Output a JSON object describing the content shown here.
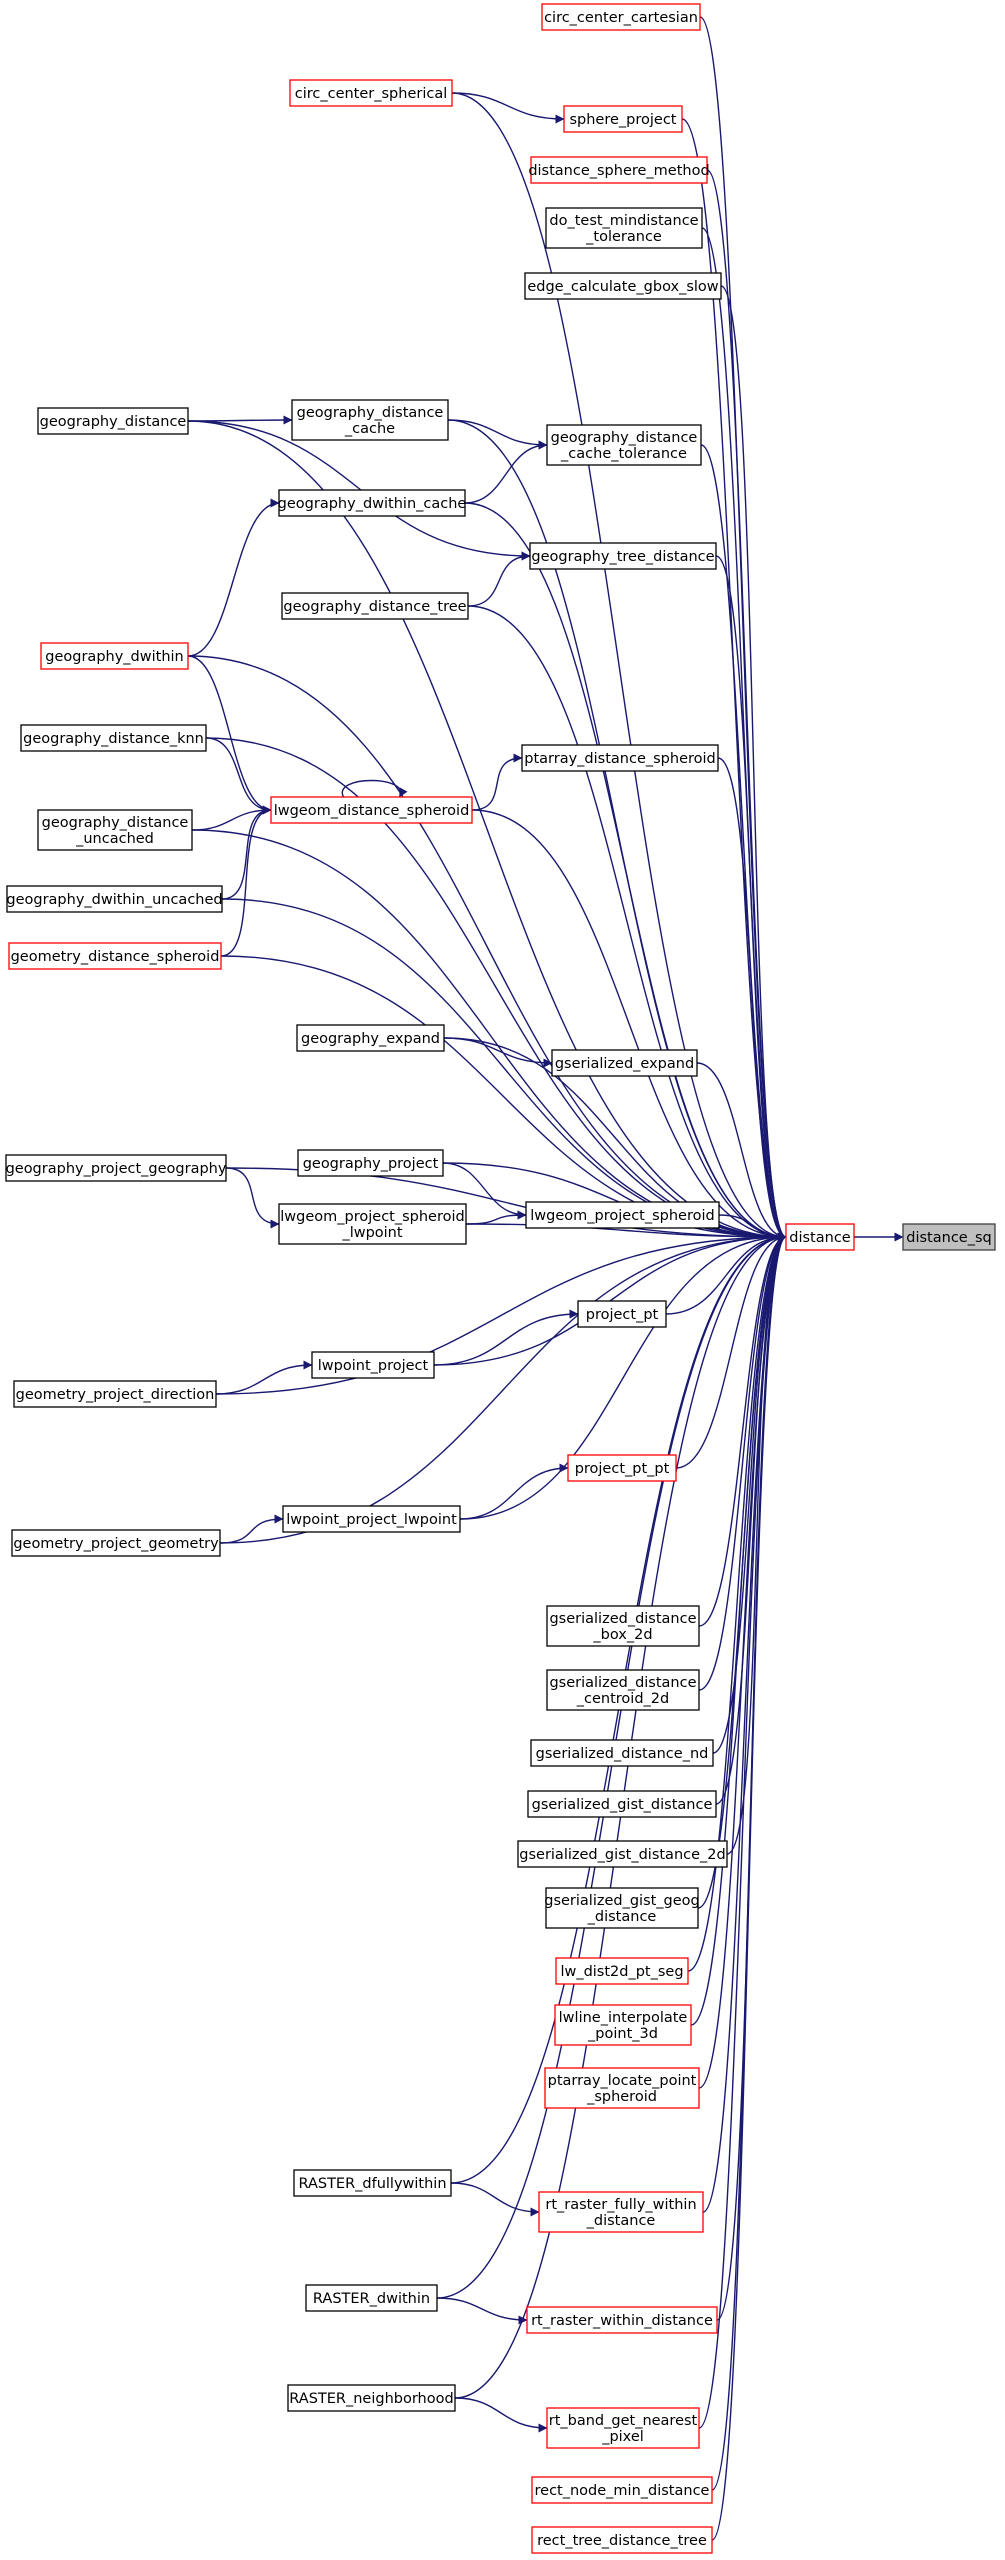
{
  "title": "distance_sq",
  "colors": {
    "edge": "#191970",
    "border_default": "#000000",
    "border_red": "#ff0000",
    "root_fill": "#bfbfbf"
  },
  "nodes": [
    {
      "id": "distance_sq",
      "lines": [
        "distance_sq"
      ],
      "border": "root"
    },
    {
      "id": "distance",
      "lines": [
        "distance"
      ],
      "border": "red"
    },
    {
      "id": "circ_center_cartesian",
      "lines": [
        "circ_center_cartesian"
      ],
      "border": "red"
    },
    {
      "id": "circ_center_spherical",
      "lines": [
        "circ_center_spherical"
      ],
      "border": "red"
    },
    {
      "id": "sphere_project",
      "lines": [
        "sphere_project"
      ],
      "border": "red"
    },
    {
      "id": "distance_sphere_method",
      "lines": [
        "distance_sphere_method"
      ],
      "border": "red"
    },
    {
      "id": "do_test_mindistance_tolerance",
      "lines": [
        "do_test_mindistance",
        "_tolerance"
      ],
      "border": "black"
    },
    {
      "id": "edge_calculate_gbox_slow",
      "lines": [
        "edge_calculate_gbox_slow"
      ],
      "border": "black"
    },
    {
      "id": "geography_distance",
      "lines": [
        "geography_distance"
      ],
      "border": "black"
    },
    {
      "id": "geography_distance_cache",
      "lines": [
        "geography_distance",
        "_cache"
      ],
      "border": "black"
    },
    {
      "id": "geography_distance_cache_tolerance",
      "lines": [
        "geography_distance",
        "_cache_tolerance"
      ],
      "border": "black"
    },
    {
      "id": "geography_dwithin_cache",
      "lines": [
        "geography_dwithin_cache"
      ],
      "border": "black"
    },
    {
      "id": "geography_tree_distance",
      "lines": [
        "geography_tree_distance"
      ],
      "border": "black"
    },
    {
      "id": "geography_distance_tree",
      "lines": [
        "geography_distance_tree"
      ],
      "border": "black"
    },
    {
      "id": "geography_dwithin",
      "lines": [
        "geography_dwithin"
      ],
      "border": "red"
    },
    {
      "id": "geography_distance_knn",
      "lines": [
        "geography_distance_knn"
      ],
      "border": "black"
    },
    {
      "id": "ptarray_distance_spheroid",
      "lines": [
        "ptarray_distance_spheroid"
      ],
      "border": "black"
    },
    {
      "id": "geography_distance_uncached",
      "lines": [
        "geography_distance",
        "_uncached"
      ],
      "border": "black"
    },
    {
      "id": "lwgeom_distance_spheroid",
      "lines": [
        "lwgeom_distance_spheroid"
      ],
      "border": "red"
    },
    {
      "id": "geography_dwithin_uncached",
      "lines": [
        "geography_dwithin_uncached"
      ],
      "border": "black"
    },
    {
      "id": "geometry_distance_spheroid",
      "lines": [
        "geometry_distance_spheroid"
      ],
      "border": "red"
    },
    {
      "id": "geography_expand",
      "lines": [
        "geography_expand"
      ],
      "border": "black"
    },
    {
      "id": "gserialized_expand",
      "lines": [
        "gserialized_expand"
      ],
      "border": "black"
    },
    {
      "id": "geography_project_geography",
      "lines": [
        "geography_project_geography"
      ],
      "border": "black"
    },
    {
      "id": "geography_project",
      "lines": [
        "geography_project"
      ],
      "border": "black"
    },
    {
      "id": "lwgeom_project_spheroid_lwpoint",
      "lines": [
        "lwgeom_project_spheroid",
        "_lwpoint"
      ],
      "border": "black"
    },
    {
      "id": "lwgeom_project_spheroid",
      "lines": [
        "lwgeom_project_spheroid"
      ],
      "border": "black"
    },
    {
      "id": "project_pt",
      "lines": [
        "project_pt"
      ],
      "border": "black"
    },
    {
      "id": "lwpoint_project",
      "lines": [
        "lwpoint_project"
      ],
      "border": "black"
    },
    {
      "id": "geometry_project_direction",
      "lines": [
        "geometry_project_direction"
      ],
      "border": "black"
    },
    {
      "id": "project_pt_pt",
      "lines": [
        "project_pt_pt"
      ],
      "border": "red"
    },
    {
      "id": "lwpoint_project_lwpoint",
      "lines": [
        "lwpoint_project_lwpoint"
      ],
      "border": "black"
    },
    {
      "id": "geometry_project_geometry",
      "lines": [
        "geometry_project_geometry"
      ],
      "border": "black"
    },
    {
      "id": "gserialized_distance_box_2d",
      "lines": [
        "gserialized_distance",
        "_box_2d"
      ],
      "border": "black"
    },
    {
      "id": "gserialized_distance_centroid_2d",
      "lines": [
        "gserialized_distance",
        "_centroid_2d"
      ],
      "border": "black"
    },
    {
      "id": "gserialized_distance_nd",
      "lines": [
        "gserialized_distance_nd"
      ],
      "border": "black"
    },
    {
      "id": "gserialized_gist_distance",
      "lines": [
        "gserialized_gist_distance"
      ],
      "border": "black"
    },
    {
      "id": "gserialized_gist_distance_2d",
      "lines": [
        "gserialized_gist_distance_2d"
      ],
      "border": "black"
    },
    {
      "id": "gserialized_gist_geog_distance",
      "lines": [
        "gserialized_gist_geog",
        "_distance"
      ],
      "border": "black"
    },
    {
      "id": "lw_dist2d_pt_seg",
      "lines": [
        "lw_dist2d_pt_seg"
      ],
      "border": "red"
    },
    {
      "id": "lwline_interpolate_point_3d",
      "lines": [
        "lwline_interpolate",
        "_point_3d"
      ],
      "border": "red"
    },
    {
      "id": "ptarray_locate_point_spheroid",
      "lines": [
        "ptarray_locate_point",
        "_spheroid"
      ],
      "border": "red"
    },
    {
      "id": "RASTER_dfullywithin",
      "lines": [
        "RASTER_dfullywithin"
      ],
      "border": "black"
    },
    {
      "id": "rt_raster_fully_within_distance",
      "lines": [
        "rt_raster_fully_within",
        "_distance"
      ],
      "border": "red"
    },
    {
      "id": "RASTER_dwithin",
      "lines": [
        "RASTER_dwithin"
      ],
      "border": "black"
    },
    {
      "id": "rt_raster_within_distance",
      "lines": [
        "rt_raster_within_distance"
      ],
      "border": "red"
    },
    {
      "id": "RASTER_neighborhood",
      "lines": [
        "RASTER_neighborhood"
      ],
      "border": "black"
    },
    {
      "id": "rt_band_get_nearest_pixel",
      "lines": [
        "rt_band_get_nearest",
        "_pixel"
      ],
      "border": "red"
    },
    {
      "id": "rect_node_min_distance",
      "lines": [
        "rect_node_min_distance"
      ],
      "border": "red"
    },
    {
      "id": "rect_tree_distance_tree",
      "lines": [
        "rect_tree_distance_tree"
      ],
      "border": "red"
    }
  ],
  "edges": [
    [
      "distance",
      "distance_sq"
    ],
    [
      "circ_center_cartesian",
      "distance"
    ],
    [
      "circ_center_spherical",
      "distance"
    ],
    [
      "circ_center_spherical",
      "sphere_project"
    ],
    [
      "sphere_project",
      "distance"
    ],
    [
      "distance_sphere_method",
      "distance"
    ],
    [
      "do_test_mindistance_tolerance",
      "distance"
    ],
    [
      "edge_calculate_gbox_slow",
      "distance"
    ],
    [
      "geography_distance",
      "distance"
    ],
    [
      "geography_distance",
      "geography_distance_cache"
    ],
    [
      "geography_distance",
      "geography_tree_distance"
    ],
    [
      "geography_distance_cache",
      "distance"
    ],
    [
      "geography_distance_cache",
      "geography_distance_cache_tolerance"
    ],
    [
      "geography_distance_cache_tolerance",
      "distance"
    ],
    [
      "geography_dwithin_cache",
      "geography_distance_cache_tolerance"
    ],
    [
      "geography_dwithin_cache",
      "distance"
    ],
    [
      "geography_tree_distance",
      "distance"
    ],
    [
      "geography_distance_tree",
      "geography_tree_distance"
    ],
    [
      "geography_distance_tree",
      "distance"
    ],
    [
      "geography_dwithin",
      "geography_dwithin_cache"
    ],
    [
      "geography_dwithin",
      "lwgeom_distance_spheroid"
    ],
    [
      "geography_dwithin",
      "distance"
    ],
    [
      "geography_distance_knn",
      "lwgeom_distance_spheroid"
    ],
    [
      "geography_distance_knn",
      "distance"
    ],
    [
      "ptarray_distance_spheroid",
      "distance"
    ],
    [
      "lwgeom_distance_spheroid",
      "lwgeom_distance_spheroid"
    ],
    [
      "lwgeom_distance_spheroid",
      "ptarray_distance_spheroid"
    ],
    [
      "lwgeom_distance_spheroid",
      "distance"
    ],
    [
      "geography_distance_uncached",
      "lwgeom_distance_spheroid"
    ],
    [
      "geography_distance_uncached",
      "distance"
    ],
    [
      "geography_dwithin_uncached",
      "lwgeom_distance_spheroid"
    ],
    [
      "geography_dwithin_uncached",
      "distance"
    ],
    [
      "geometry_distance_spheroid",
      "lwgeom_distance_spheroid"
    ],
    [
      "geometry_distance_spheroid",
      "distance"
    ],
    [
      "geography_expand",
      "gserialized_expand"
    ],
    [
      "geography_expand",
      "distance"
    ],
    [
      "gserialized_expand",
      "distance"
    ],
    [
      "geography_project_geography",
      "lwgeom_project_spheroid_lwpoint"
    ],
    [
      "geography_project_geography",
      "distance"
    ],
    [
      "geography_project",
      "lwgeom_project_spheroid"
    ],
    [
      "geography_project",
      "distance"
    ],
    [
      "lwgeom_project_spheroid_lwpoint",
      "lwgeom_project_spheroid"
    ],
    [
      "lwgeom_project_spheroid_lwpoint",
      "distance"
    ],
    [
      "lwgeom_project_spheroid",
      "distance"
    ],
    [
      "project_pt",
      "distance"
    ],
    [
      "lwpoint_project",
      "project_pt"
    ],
    [
      "lwpoint_project",
      "distance"
    ],
    [
      "geometry_project_direction",
      "lwpoint_project"
    ],
    [
      "geometry_project_direction",
      "distance"
    ],
    [
      "project_pt_pt",
      "distance"
    ],
    [
      "lwpoint_project_lwpoint",
      "project_pt_pt"
    ],
    [
      "lwpoint_project_lwpoint",
      "distance"
    ],
    [
      "geometry_project_geometry",
      "lwpoint_project_lwpoint"
    ],
    [
      "geometry_project_geometry",
      "distance"
    ],
    [
      "gserialized_distance_box_2d",
      "distance"
    ],
    [
      "gserialized_distance_centroid_2d",
      "distance"
    ],
    [
      "gserialized_distance_nd",
      "distance"
    ],
    [
      "gserialized_gist_distance",
      "distance"
    ],
    [
      "gserialized_gist_distance_2d",
      "distance"
    ],
    [
      "gserialized_gist_geog_distance",
      "distance"
    ],
    [
      "lw_dist2d_pt_seg",
      "distance"
    ],
    [
      "lwline_interpolate_point_3d",
      "distance"
    ],
    [
      "ptarray_locate_point_spheroid",
      "distance"
    ],
    [
      "RASTER_dfullywithin",
      "rt_raster_fully_within_distance"
    ],
    [
      "RASTER_dfullywithin",
      "distance"
    ],
    [
      "rt_raster_fully_within_distance",
      "distance"
    ],
    [
      "RASTER_dwithin",
      "rt_raster_within_distance"
    ],
    [
      "RASTER_dwithin",
      "distance"
    ],
    [
      "rt_raster_within_distance",
      "distance"
    ],
    [
      "RASTER_neighborhood",
      "rt_band_get_nearest_pixel"
    ],
    [
      "RASTER_neighborhood",
      "distance"
    ],
    [
      "rt_band_get_nearest_pixel",
      "distance"
    ],
    [
      "rect_node_min_distance",
      "distance"
    ],
    [
      "rect_tree_distance_tree",
      "distance"
    ]
  ]
}
